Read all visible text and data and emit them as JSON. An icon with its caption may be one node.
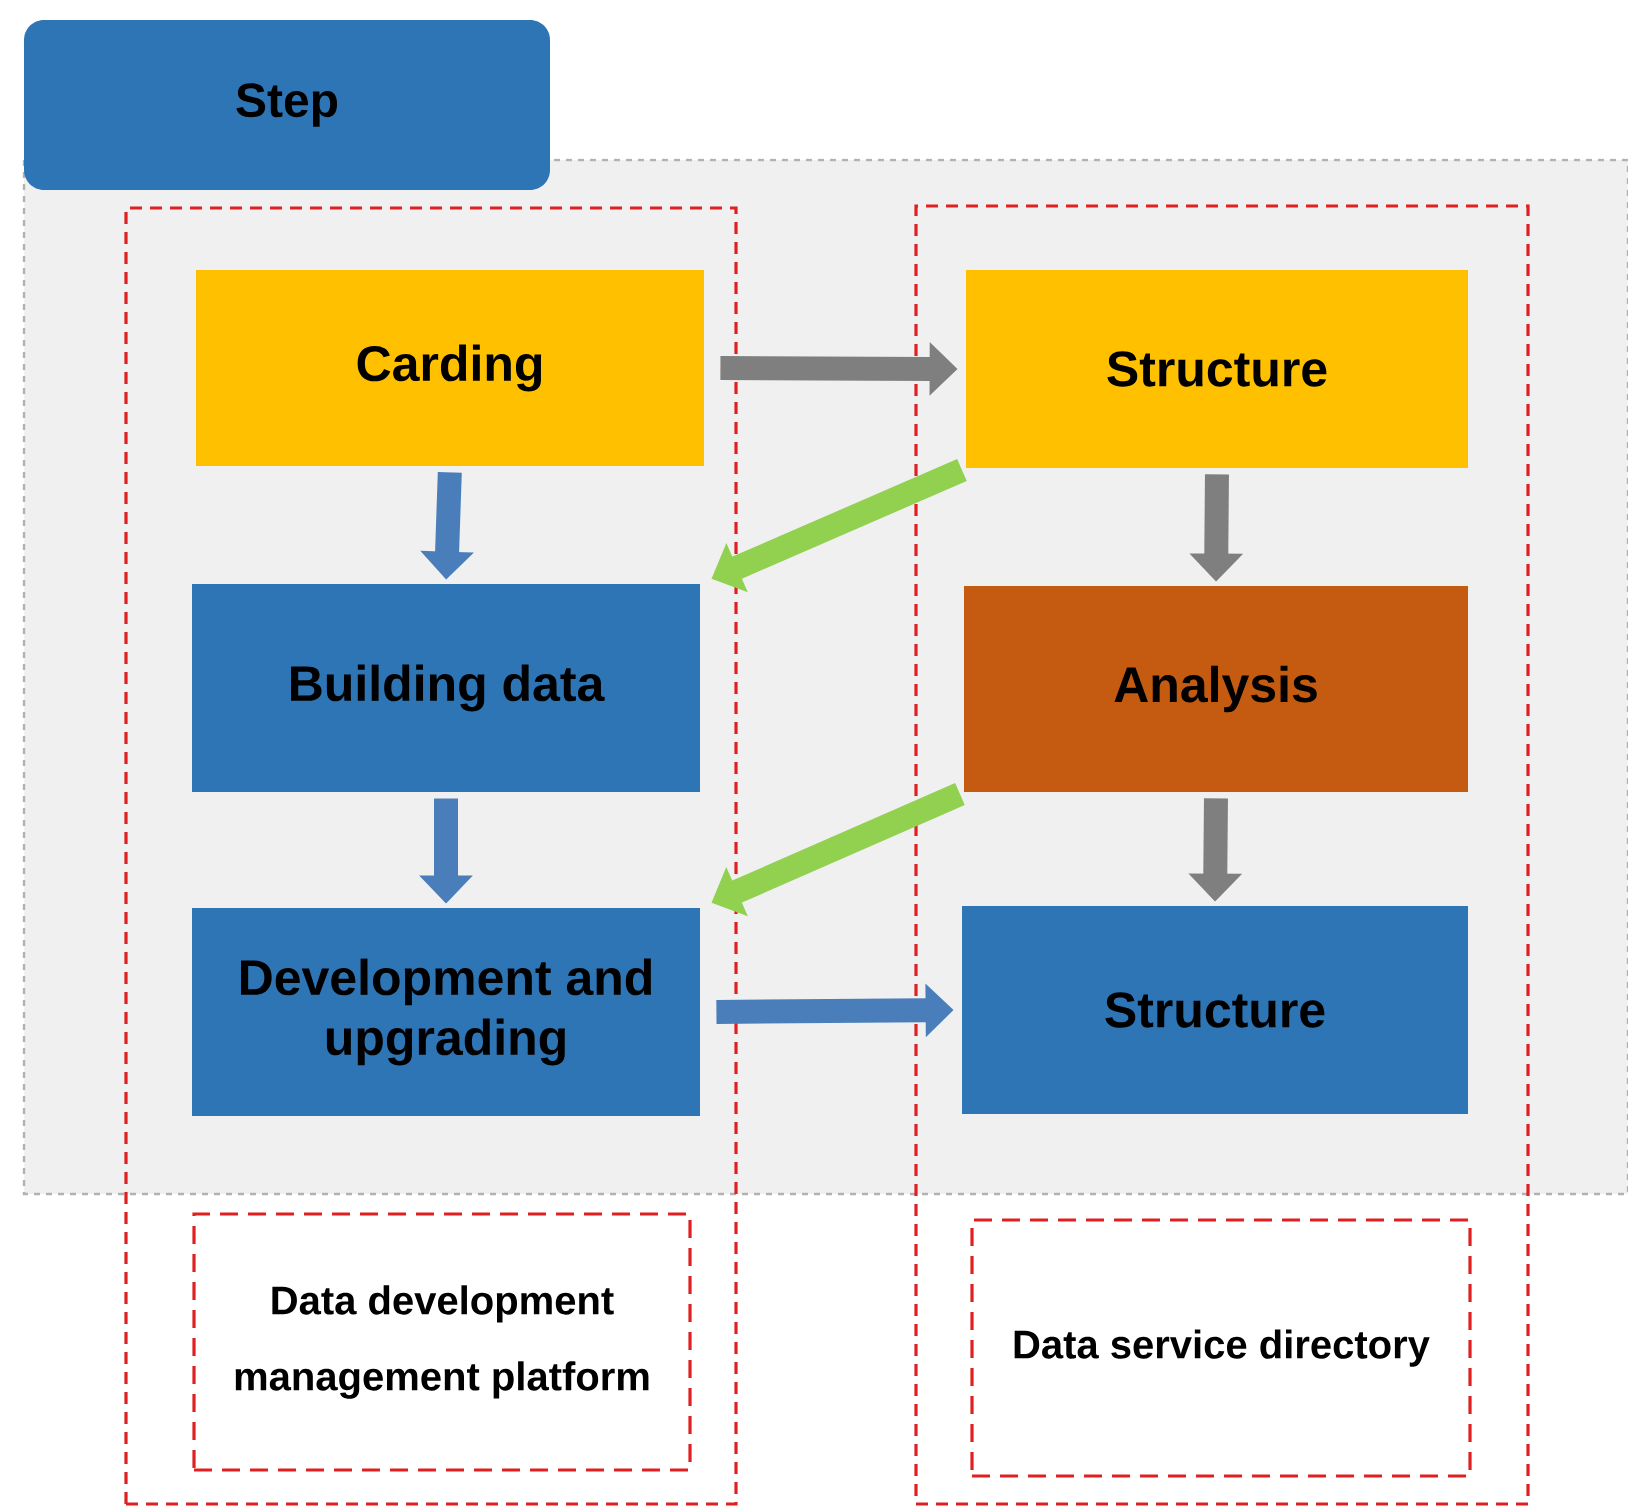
{
  "diagram": {
    "nodes": [
      {
        "text": [
          "Step"
        ]
      },
      {
        "text": [],
        "shape": "box"
      },
      {
        "text": [
          "Carding"
        ],
        "in": 1
      },
      {
        "text": [
          "Building data"
        ],
        "in": 1
      },
      {
        "text": [
          "Development and upgrading"
        ],
        "in": 1
      },
      {
        "text": [
          "Data development management platform"
        ],
        "in": 1
      },
      {
        "text": [],
        "shape": "box"
      },
      {
        "text": [
          "Structure"
        ],
        "in": 6
      },
      {
        "text": [
          "Analysis"
        ],
        "in": 6
      },
      {
        "text": [
          "Structure"
        ],
        "in": 6
      },
      {
        "text": [
          "Data service directory"
        ],
        "in": 6
      }
    ],
    "edges": [
      {
        "from": 2,
        "to": 7,
        "arrow": "to",
        "color": "#7f7f7f"
      },
      {
        "from": 2,
        "to": 3,
        "arrow": "to",
        "color": "#4a7ebb"
      },
      {
        "from": 7,
        "to": 3,
        "arrow": "to",
        "color": "#92d050"
      },
      {
        "from": 7,
        "to": 8,
        "arrow": "to",
        "color": "#7f7f7f"
      },
      {
        "from": 3,
        "to": 4,
        "arrow": "to",
        "color": "#4a7ebb"
      },
      {
        "from": 8,
        "to": 4,
        "arrow": "to",
        "color": "#92d050"
      },
      {
        "from": 8,
        "to": 9,
        "arrow": "to",
        "color": "#7f7f7f"
      },
      {
        "from": 4,
        "to": 9,
        "arrow": "to",
        "color": "#4a7ebb"
      }
    ]
  }
}
